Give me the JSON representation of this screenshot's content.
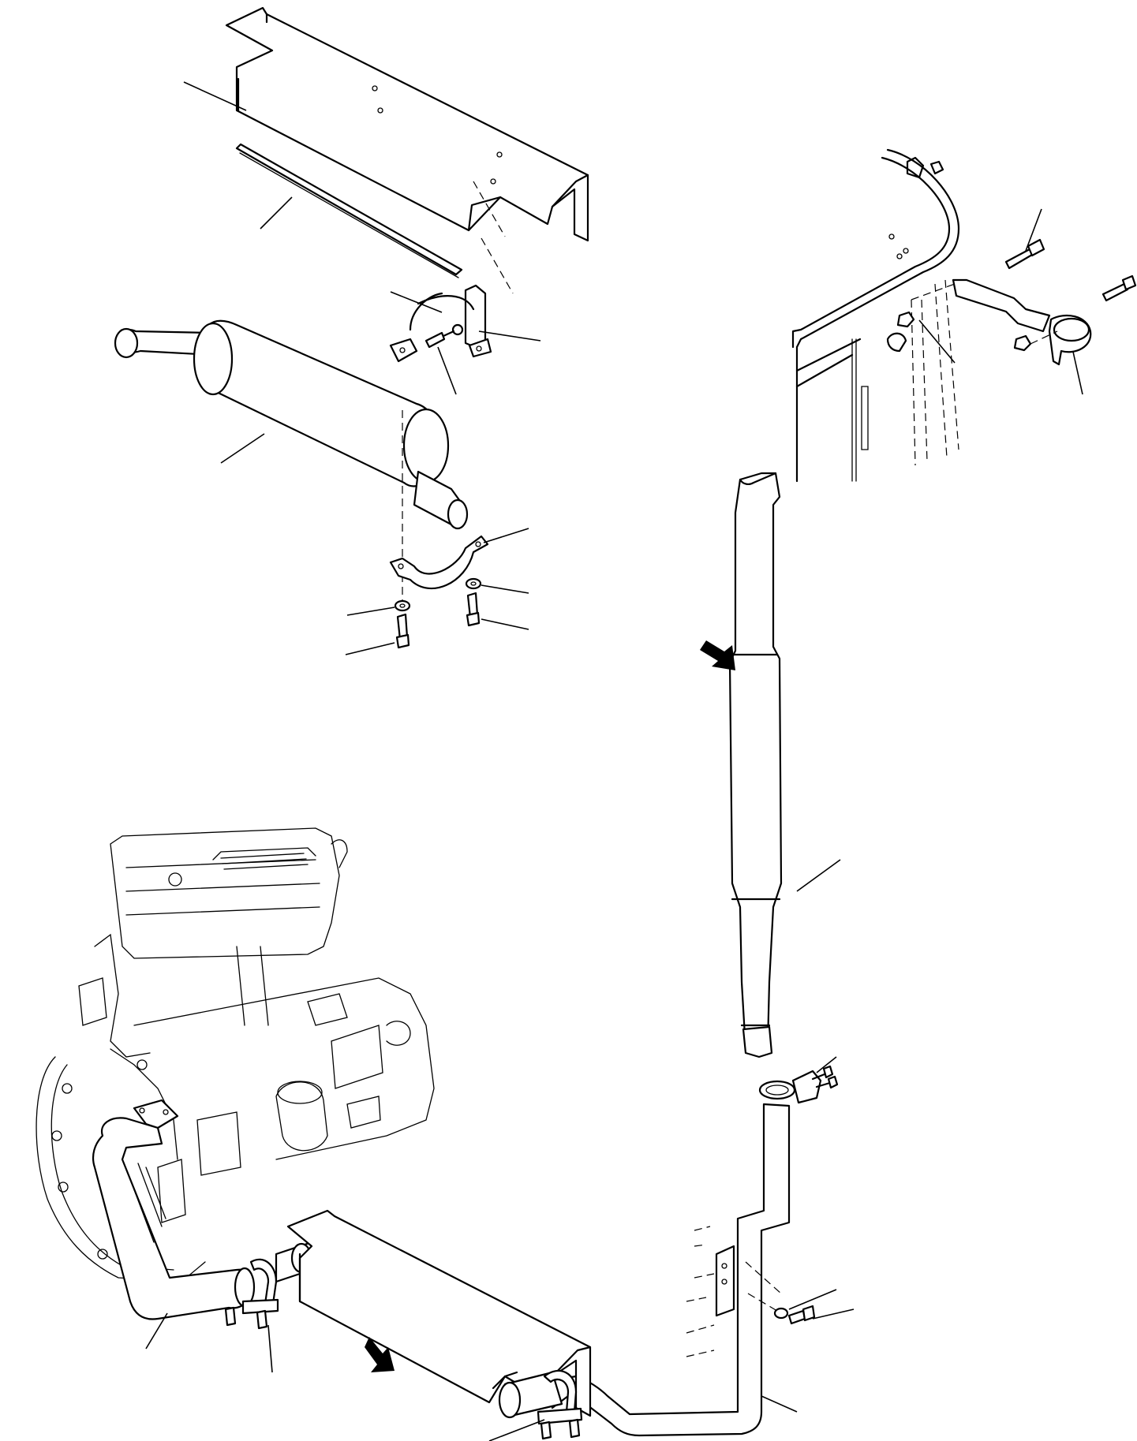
{
  "diagram": {
    "parts": [
      {
        "id": "upper-heat-shield"
      },
      {
        "id": "shield-seal-strip"
      },
      {
        "id": "shield-bracket-clamp"
      },
      {
        "id": "bracket-bolt"
      },
      {
        "id": "muffler"
      },
      {
        "id": "lower-muffler-clamp"
      },
      {
        "id": "clamp-nut-right"
      },
      {
        "id": "clamp-bolt-right"
      },
      {
        "id": "clamp-nut-left"
      },
      {
        "id": "clamp-bolt-left"
      },
      {
        "id": "cab-mount-bolt-top"
      },
      {
        "id": "cab-mount-bolt-right"
      },
      {
        "id": "cab-mount-nut"
      },
      {
        "id": "cab-stack-clamp"
      },
      {
        "id": "exhaust-stack"
      },
      {
        "id": "stack-u-clamp"
      },
      {
        "id": "frame-bracket-nut"
      },
      {
        "id": "frame-bracket-bolt"
      },
      {
        "id": "tailpipe"
      },
      {
        "id": "manifold-pipe"
      },
      {
        "id": "manifold-u-clamp"
      },
      {
        "id": "outlet-u-clamp"
      }
    ]
  }
}
